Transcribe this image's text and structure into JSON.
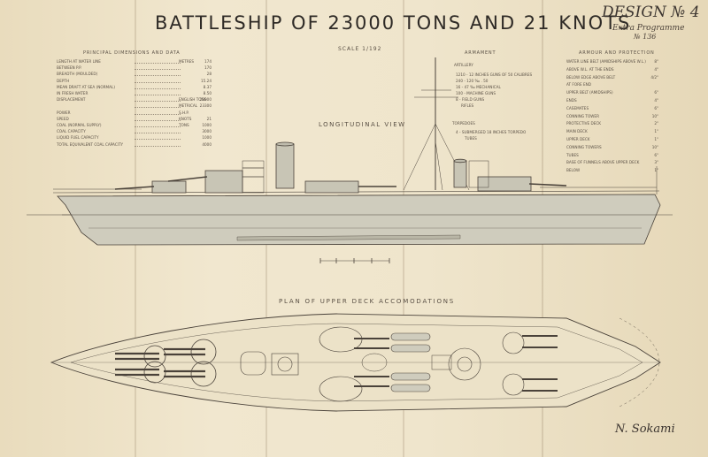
{
  "title": "BATTLESHIP OF 23000 TONS AND 21 KNOTS",
  "design": "DESIGN № 4",
  "subtitle": "Extra Programme",
  "number": "№ 136",
  "scale": "SCALE 1/192",
  "signature": "N. Sokami",
  "principal": {
    "heading": "PRINCIPAL DIMENSIONS AND DATA",
    "rows": [
      {
        "label": "LENGTH AT WATER LINE",
        "unit": "METRES",
        "value": "174"
      },
      {
        "label": "BETWEEN P.P.",
        "unit": "",
        "value": "170"
      },
      {
        "label": "BREADTH (MOULDED)",
        "unit": "",
        "value": "28"
      },
      {
        "label": "DEPTH",
        "unit": "",
        "value": "15.24"
      },
      {
        "label": "MEAN DRAFT AT SEA (NORMAL)",
        "unit": "",
        "value": "8.37"
      },
      {
        "label": "IN FRESH WATER",
        "unit": "",
        "value": "8.50"
      },
      {
        "label": "DISPLACEMENT",
        "unit": "ENGLISH TONS",
        "value": "23000"
      },
      {
        "label": "",
        "unit": "METRICAL",
        "value": "23300"
      },
      {
        "label": "POWER",
        "unit": "S.H.P.",
        "value": ""
      },
      {
        "label": "SPEED",
        "unit": "KNOTS",
        "value": "21"
      },
      {
        "label": "COAL (NORMAL SUPPLY)",
        "unit": "TONS",
        "value": "1000"
      },
      {
        "label": "COAL CAPACITY",
        "unit": "",
        "value": "3000"
      },
      {
        "label": "LIQUID FUEL CAPACITY",
        "unit": "",
        "value": "1000"
      },
      {
        "label": "TOTAL EQUIVALENT COAL CAPACITY",
        "unit": "",
        "value": "4000"
      }
    ]
  },
  "armament": {
    "heading": "ARMAMENT",
    "artillery_label": "ARTILLERY",
    "lines": [
      "1210 - 12 INCHES GUNS OF 50 CALIBRES",
      "240 - 120 ‰ . 50",
      "16 - 47 ‰ MECHANICAL",
      "100 - MACHINE GUNS",
      "8 - FIELD GUNS",
      "RIFLES"
    ],
    "torpedoes_label": "TORPEDOES",
    "torpedoes": [
      "4 - SUBMERGED 18 INCHES TORPEDO",
      "TUBES"
    ]
  },
  "protection": {
    "heading": "ARMOUR AND PROTECTION",
    "rows": [
      {
        "label": "WATER LINE BELT (AMIDSHIPS ABOVE W.L.)",
        "value": "8\""
      },
      {
        "label": "ABOVE W.L. AT THE ENDS",
        "value": "4\""
      },
      {
        "label": "BELOW EDGE ABOVE BELT",
        "value": "4/2\""
      },
      {
        "label": "AT FORE END",
        "value": ""
      },
      {
        "label": "UPPER BELT (AMIDSHIPS)",
        "value": "6\""
      },
      {
        "label": "ENDS",
        "value": "4\""
      },
      {
        "label": "CASEMATES",
        "value": "6\""
      },
      {
        "label": "CONNING TOWER",
        "value": "10\""
      },
      {
        "label": "PROTECTIVE DECK",
        "value": "2\""
      },
      {
        "label": "MAIN DECK",
        "value": "1\""
      },
      {
        "label": "UPPER DECK",
        "value": "1\""
      },
      {
        "label": "CONNING TOWERS",
        "value": "10\""
      },
      {
        "label": "TUBES",
        "value": "6\""
      },
      {
        "label": "BASE OF FUNNELS ABOVE UPPER DECK",
        "value": "3\""
      },
      {
        "label": "BELOW",
        "value": "1\""
      }
    ]
  },
  "views": {
    "longitudinal": "LONGITUDINAL VIEW",
    "plan": "PLAN OF UPPER DECK ACCOMODATIONS"
  },
  "colors": {
    "paper": "#efe4c9",
    "ink": "#4a423a",
    "hull": "#c9c7b8"
  }
}
